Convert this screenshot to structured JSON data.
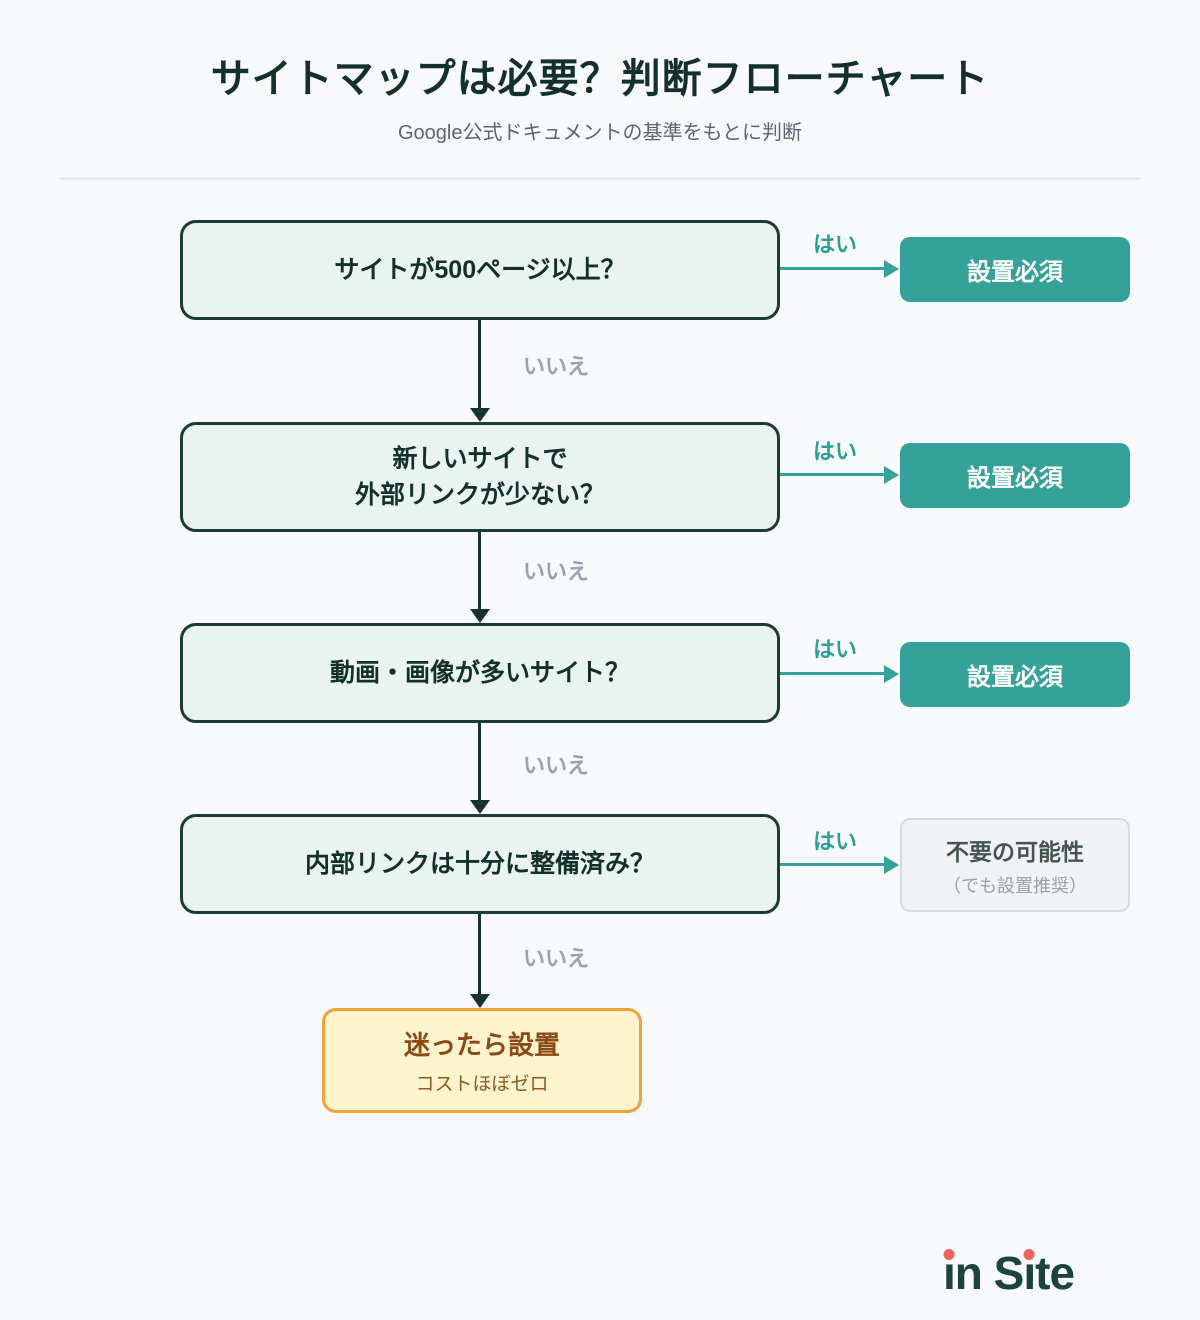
{
  "header": {
    "title": "サイトマップは必要？判断フローチャート",
    "subtitle": "Google公式ドキュメントの基準をもとに判断"
  },
  "flow": {
    "yes_label": "はい",
    "no_label": "いいえ",
    "steps": [
      {
        "lines": [
          "サイトが500ページ以上？"
        ],
        "result": "設置必須"
      },
      {
        "lines": [
          "新しいサイトで",
          "外部リンクが少ない？"
        ],
        "result": "設置必須"
      },
      {
        "lines": [
          "動画・画像が多いサイト？"
        ],
        "result": "設置必須"
      },
      {
        "lines": [
          "内部リンクは十分に整備済み？"
        ],
        "result": "不要の可能性",
        "result_note": "（でも設置推奨）"
      }
    ],
    "final": {
      "title": "迷ったら設置",
      "subtitle": "コストほぼゼロ"
    }
  },
  "logo": {
    "text": "in Site",
    "parts": [
      {
        "t": "ı",
        "dot": true
      },
      {
        "t": "n S"
      },
      {
        "t": "ı",
        "dot": true
      },
      {
        "t": "te"
      }
    ]
  },
  "colors": {
    "background": "#f8f9fb",
    "accent_teal": "#35a29a",
    "dark_teal": "#16332f",
    "question_bg": "#e9f4f1",
    "question_border": "#1d3a35",
    "muted_gray": "#9aa3ad",
    "neutral_box_bg": "#f1f2f4",
    "neutral_box_border": "#d8dbe0",
    "warning_bg": "#fdf3cd",
    "warning_border": "#f0a23c",
    "warning_text": "#8a4a16",
    "logo_text": "#1d433e",
    "logo_dot": "#f9625c"
  }
}
